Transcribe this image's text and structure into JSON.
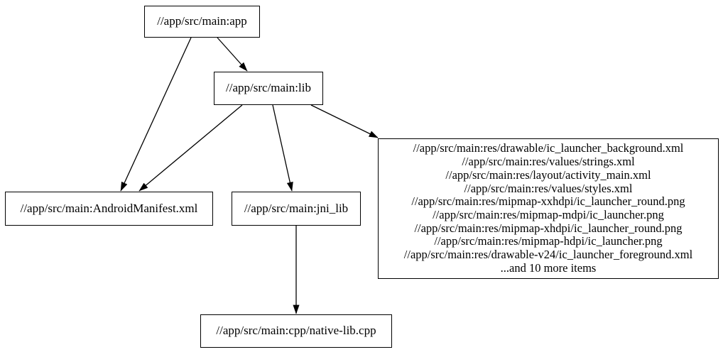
{
  "diagram": {
    "type": "dependency-graph",
    "colors": {
      "background": "#ffffff",
      "node_border": "#000000",
      "edge": "#000000",
      "text": "#000000"
    },
    "nodes": {
      "app": {
        "label": "//app/src/main:app"
      },
      "lib": {
        "label": "//app/src/main:lib"
      },
      "android_manifest": {
        "label": "//app/src/main:AndroidManifest.xml"
      },
      "jni_lib": {
        "label": "//app/src/main:jni_lib"
      },
      "native_lib": {
        "label": "//app/src/main:cpp/native-lib.cpp"
      },
      "res_group": {
        "lines": [
          "//app/src/main:res/drawable/ic_launcher_background.xml",
          "//app/src/main:res/values/strings.xml",
          "//app/src/main:res/layout/activity_main.xml",
          "//app/src/main:res/values/styles.xml",
          "//app/src/main:res/mipmap-xxhdpi/ic_launcher_round.png",
          "//app/src/main:res/mipmap-mdpi/ic_launcher.png",
          "//app/src/main:res/mipmap-xhdpi/ic_launcher_round.png",
          "//app/src/main:res/mipmap-hdpi/ic_launcher.png",
          "//app/src/main:res/drawable-v24/ic_launcher_foreground.xml",
          "...and 10 more items"
        ]
      }
    },
    "edges": [
      {
        "from": "app",
        "to": "lib"
      },
      {
        "from": "app",
        "to": "android_manifest"
      },
      {
        "from": "lib",
        "to": "android_manifest"
      },
      {
        "from": "lib",
        "to": "jni_lib"
      },
      {
        "from": "lib",
        "to": "res_group"
      },
      {
        "from": "jni_lib",
        "to": "native_lib"
      }
    ]
  }
}
